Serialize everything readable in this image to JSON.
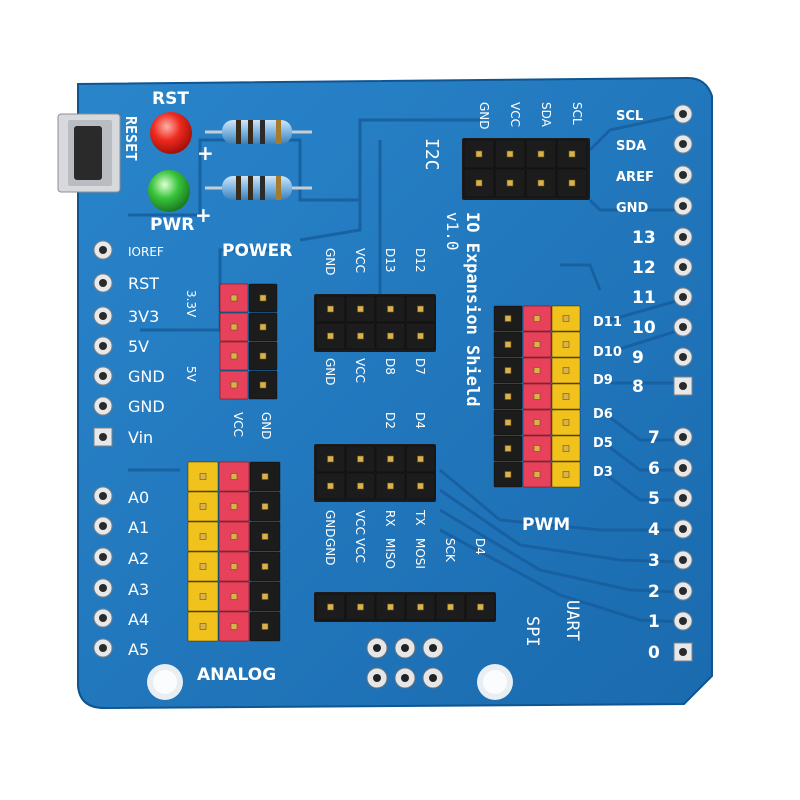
{
  "board": {
    "title": "IO Expansion Shield",
    "version": "v1.0",
    "colors": {
      "pcb": "#1d74bb",
      "pcb_dark": "#125a97",
      "silk": "#ffffff",
      "header_black": "#1c1c1c",
      "header_red": "#e8415b",
      "header_yellow": "#f2c21c"
    }
  },
  "reset": {
    "button_label": "RESET",
    "led_rst": "RST",
    "led_pwr": "PWR",
    "plus": "+"
  },
  "i2c": {
    "title": "I2C",
    "pins": [
      "GND",
      "VCC",
      "SDA",
      "SCL"
    ]
  },
  "power": {
    "title": "POWER",
    "rail_33": "3.3V",
    "rail_5": "5V",
    "vcc": "VCC",
    "gnd": "GND"
  },
  "left_pins": [
    "IOREF",
    "RST",
    "3V3",
    "5V",
    "GND",
    "GND",
    "Vin"
  ],
  "analog": {
    "title": "ANALOG",
    "pins": [
      "A0",
      "A1",
      "A2",
      "A3",
      "A4",
      "A5"
    ]
  },
  "right_top_pins": [
    "SCL",
    "SDA",
    "AREF",
    "GND",
    "13",
    "12",
    "11",
    "10",
    "9",
    "8"
  ],
  "right_bottom_pins": [
    "7",
    "6",
    "5",
    "4",
    "3",
    "2",
    "1",
    "0"
  ],
  "digital_header_top": {
    "top_labels": [
      "GND",
      "VCC",
      "D13",
      "D12"
    ],
    "bottom_labels": [
      "GND",
      "VCC",
      "D8",
      "D7"
    ]
  },
  "digital_header_mid": {
    "top_labels": [
      "D2",
      "D4"
    ]
  },
  "uart": {
    "title": "UART",
    "labels": [
      "GND",
      "VCC",
      "RX",
      "TX"
    ]
  },
  "spi": {
    "title": "SPI",
    "labels": [
      "GND",
      "VCC",
      "MISO",
      "MOSI",
      "SCK",
      "D4"
    ]
  },
  "pwm": {
    "title": "PWM",
    "pins": [
      "D11",
      "D10",
      "D9",
      "D6",
      "D5",
      "D3"
    ]
  }
}
